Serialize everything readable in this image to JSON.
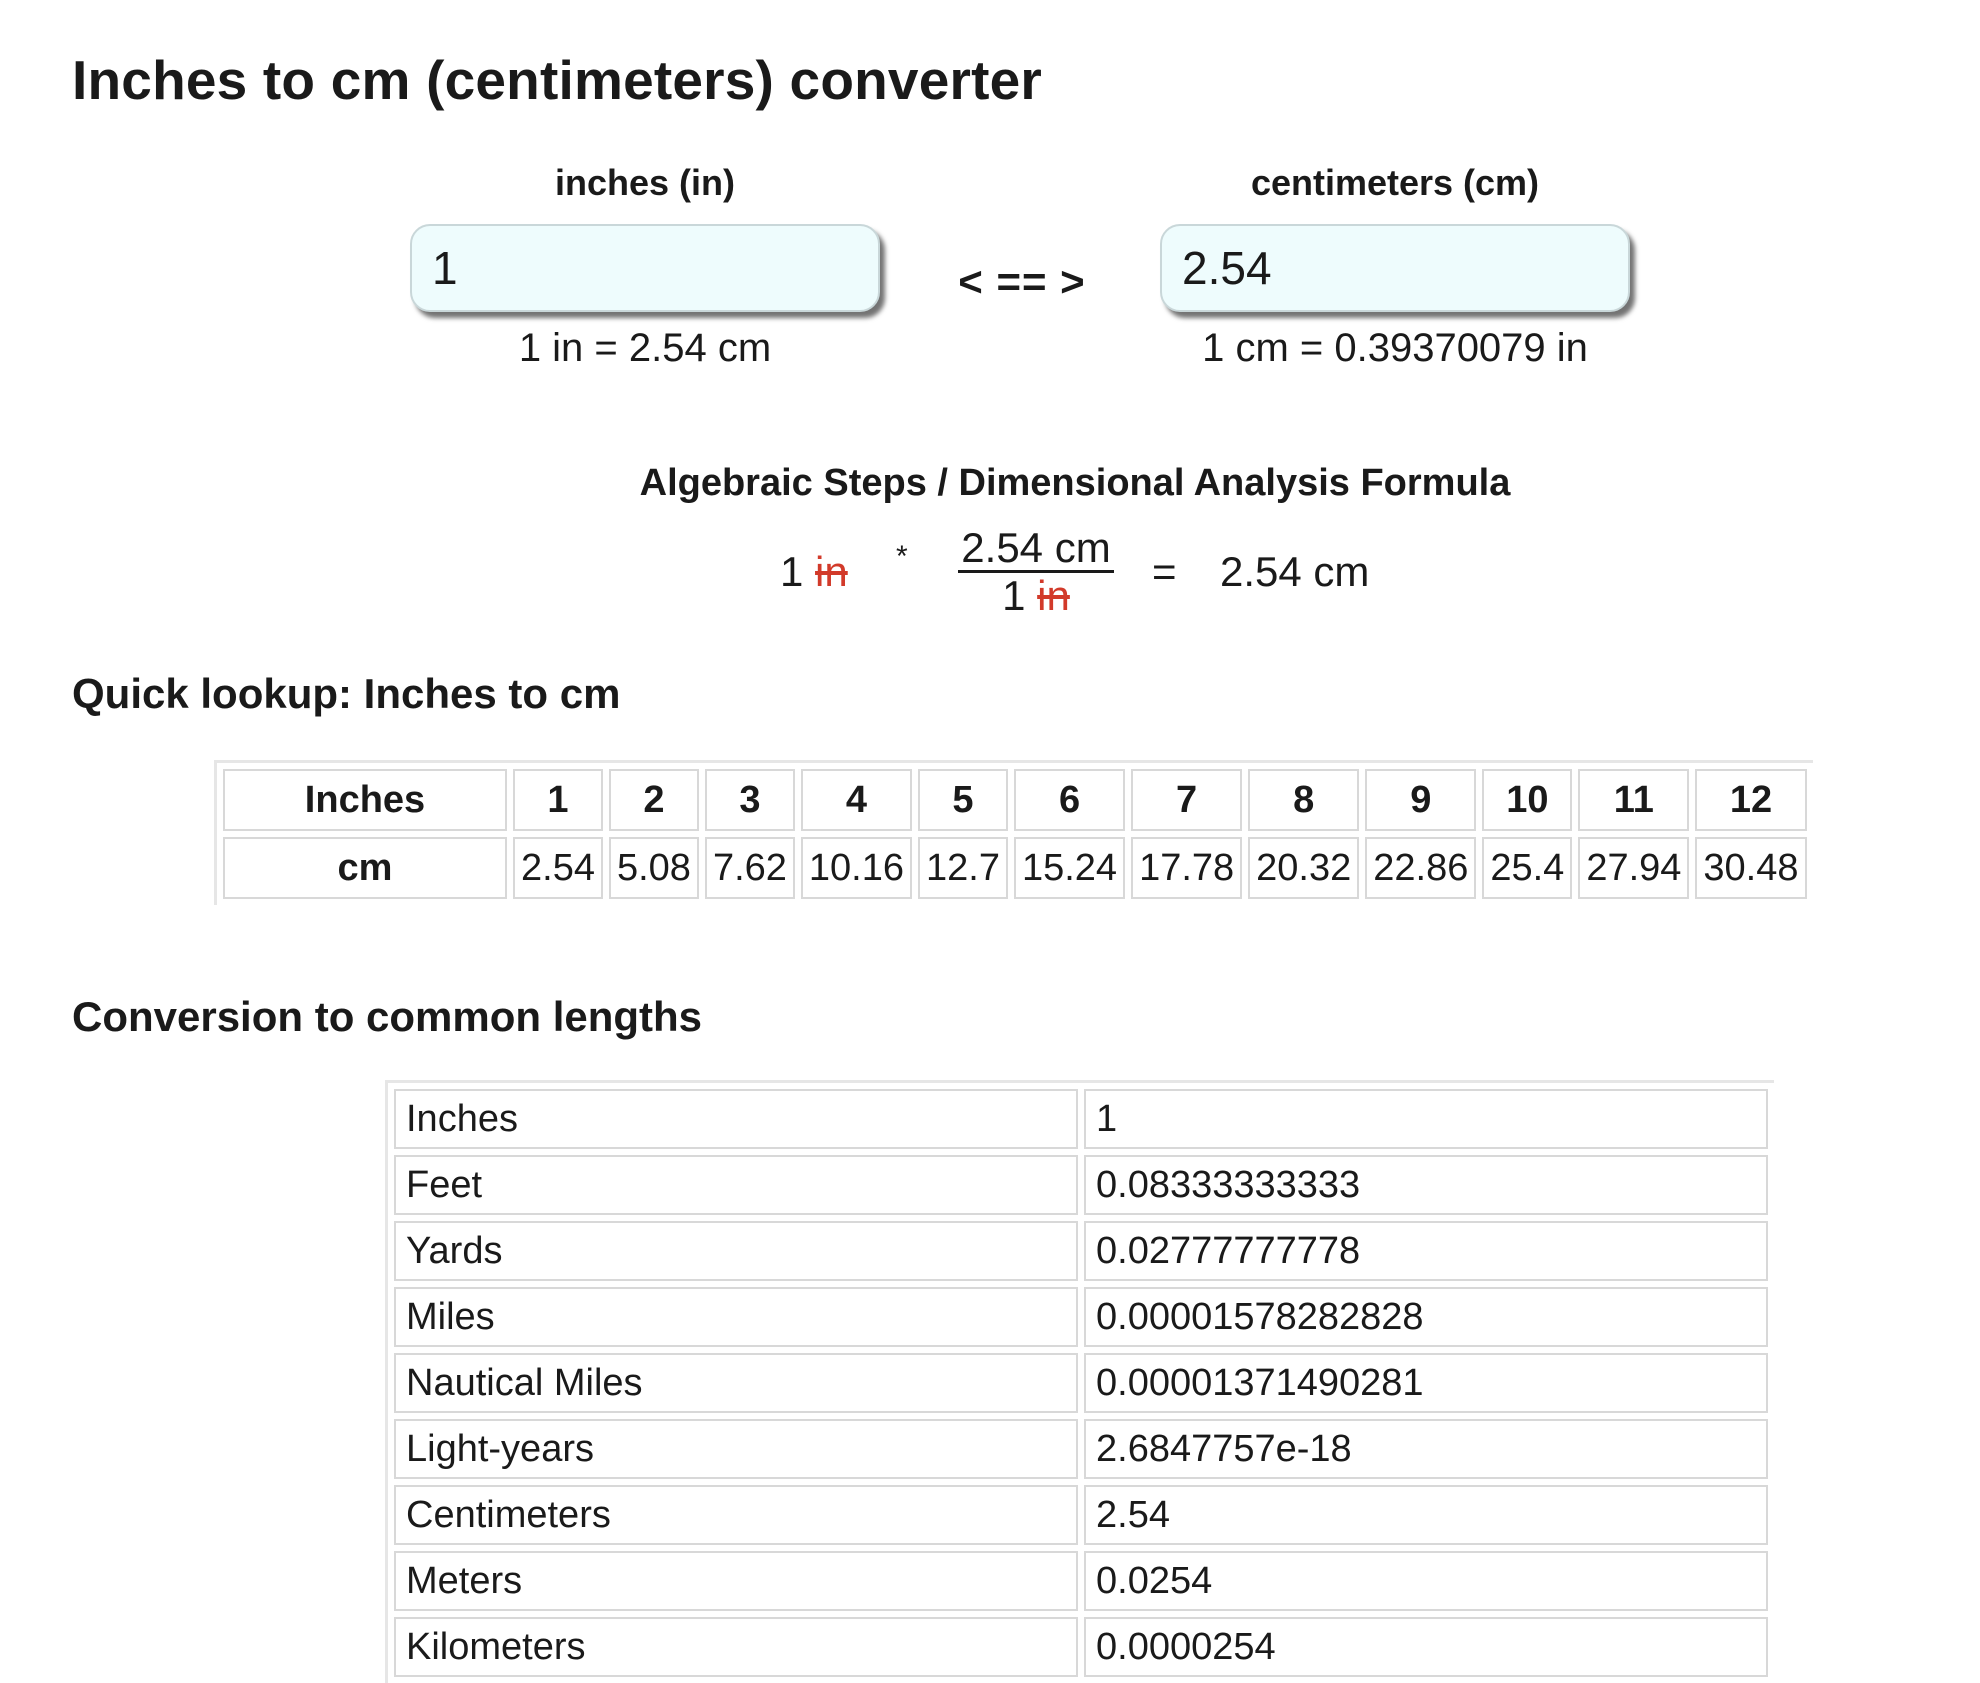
{
  "page_title": "Inches to cm (centimeters) converter",
  "converter": {
    "left_label": "inches (in)",
    "left_value": "1",
    "left_ratio": "1 in = 2.54 cm",
    "swap_symbol": "< == >",
    "right_label": "centimeters (cm)",
    "right_value": "2.54",
    "right_ratio": "1 cm = 0.39370079 in"
  },
  "formula": {
    "title": "Algebraic Steps / Dimensional Analysis Formula",
    "lhs_value": "1",
    "lhs_unit": "in",
    "times": "*",
    "numerator": "2.54 cm",
    "denominator_value": "1",
    "denominator_unit": "in",
    "equals": "=",
    "result": "2.54 cm"
  },
  "quick_lookup": {
    "heading": "Quick lookup: Inches to cm",
    "row1_label": "Inches",
    "row2_label": "cm",
    "inches": [
      "1",
      "2",
      "3",
      "4",
      "5",
      "6",
      "7",
      "8",
      "9",
      "10",
      "11",
      "12"
    ],
    "cm": [
      "2.54",
      "5.08",
      "7.62",
      "10.16",
      "12.7",
      "15.24",
      "17.78",
      "20.32",
      "22.86",
      "25.4",
      "27.94",
      "30.48"
    ]
  },
  "common_lengths": {
    "heading": "Conversion to common lengths",
    "rows": [
      {
        "unit": "Inches",
        "value": "1"
      },
      {
        "unit": "Feet",
        "value": "0.08333333333"
      },
      {
        "unit": "Yards",
        "value": "0.02777777778"
      },
      {
        "unit": "Miles",
        "value": "0.00001578282828"
      },
      {
        "unit": "Nautical Miles",
        "value": "0.00001371490281"
      },
      {
        "unit": "Light-years",
        "value": "2.6847757e-18"
      },
      {
        "unit": "Centimeters",
        "value": "2.54"
      },
      {
        "unit": "Meters",
        "value": "0.0254"
      },
      {
        "unit": "Kilometers",
        "value": "0.0000254"
      }
    ]
  },
  "colors": {
    "input_bg": "#eefcfd",
    "strike_red": "#d23a2a",
    "table_border": "#d8d8d8"
  }
}
